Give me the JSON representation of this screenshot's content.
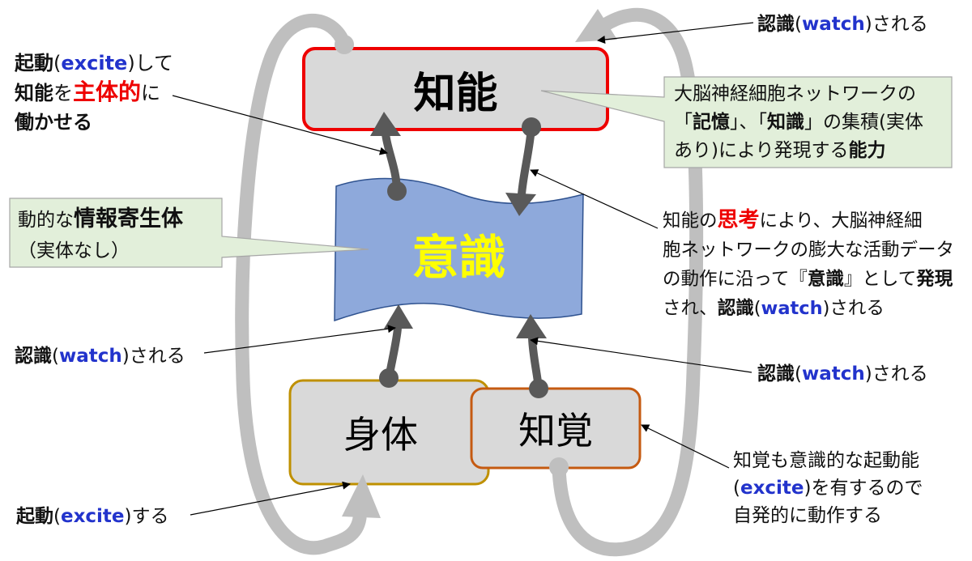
{
  "nodes": {
    "intelligence": {
      "label": "知能",
      "border_color": "#ee0000",
      "fill": "#d9d9d9"
    },
    "consciousness": {
      "label": "意識",
      "text_color": "#ffff00",
      "fill": "#8ea9db"
    },
    "body": {
      "label": "身体",
      "border_color": "#bf9000",
      "fill": "#d9d9d9"
    },
    "perception": {
      "label": "知覚",
      "border_color": "#c55a11",
      "fill": "#d9d9d9"
    }
  },
  "callouts": {
    "intelligence_note": {
      "fill": "#e2efda",
      "lines": [
        [
          {
            "text": "大脳神経細胞ネットワークの"
          }
        ],
        [
          {
            "text": "「"
          },
          {
            "text": "記憶",
            "bold": true
          },
          {
            "text": "」、「"
          },
          {
            "text": "知識",
            "bold": true
          },
          {
            "text": "」の集積(実体"
          }
        ],
        [
          {
            "text": "あり)により発現する"
          },
          {
            "text": "能力",
            "bold": true
          }
        ]
      ]
    },
    "consciousness_note": {
      "fill": "#e2efda",
      "lines": [
        [
          {
            "text": "動的な"
          },
          {
            "text": "情報寄生体",
            "bold": true
          }
        ],
        [
          {
            "text": "（実体なし）"
          }
        ]
      ]
    }
  },
  "annotations": {
    "top_right": {
      "lines": [
        [
          {
            "text": "認識",
            "bold": true
          },
          {
            "text": "("
          },
          {
            "text": "watch",
            "bold": true,
            "color": "#2233cc"
          },
          {
            "text": ")される"
          }
        ]
      ]
    },
    "left_top": {
      "lines": [
        [
          {
            "text": "起動",
            "bold": true
          },
          {
            "text": "("
          },
          {
            "text": "excite",
            "bold": true,
            "color": "#2233cc"
          },
          {
            "text": ")して"
          }
        ],
        [
          {
            "text": "知能",
            "bold": true
          },
          {
            "text": "を"
          },
          {
            "text": "主体的",
            "bold": true,
            "color": "#ee0000"
          },
          {
            "text": "に"
          }
        ],
        [
          {
            "text": "働かせる",
            "bold": true
          }
        ]
      ]
    },
    "right_middle": {
      "lines": [
        [
          {
            "text": "知能の"
          },
          {
            "text": "思考",
            "bold": true,
            "color": "#ee0000"
          },
          {
            "text": "により、大脳神経細"
          }
        ],
        [
          {
            "text": "胞ネットワークの膨大な活動データ"
          }
        ],
        [
          {
            "text": "の動作に沿って『"
          },
          {
            "text": "意識",
            "bold": true
          },
          {
            "text": "』として"
          },
          {
            "text": "発現",
            "bold": true
          }
        ],
        [
          {
            "text": "され、"
          },
          {
            "text": "認識",
            "bold": true
          },
          {
            "text": "("
          },
          {
            "text": "watch",
            "bold": true,
            "color": "#2233cc"
          },
          {
            "text": ")される"
          }
        ]
      ]
    },
    "left_middle": {
      "lines": [
        [
          {
            "text": "認識",
            "bold": true
          },
          {
            "text": "("
          },
          {
            "text": "watch",
            "bold": true,
            "color": "#2233cc"
          },
          {
            "text": ")される"
          }
        ]
      ]
    },
    "right_lower": {
      "lines": [
        [
          {
            "text": "認識",
            "bold": true
          },
          {
            "text": "("
          },
          {
            "text": "watch",
            "bold": true,
            "color": "#2233cc"
          },
          {
            "text": ")される"
          }
        ]
      ]
    },
    "right_bottom": {
      "lines": [
        [
          {
            "text": "知覚も意識的な起動能"
          }
        ],
        [
          {
            "text": "("
          },
          {
            "text": "excite",
            "bold": true,
            "color": "#2233cc"
          },
          {
            "text": ")を有するので"
          }
        ],
        [
          {
            "text": "自発的に動作する"
          }
        ]
      ]
    },
    "bottom_left": {
      "lines": [
        [
          {
            "text": "起動",
            "bold": true
          },
          {
            "text": "("
          },
          {
            "text": "excite",
            "bold": true,
            "color": "#2233cc"
          },
          {
            "text": ")する"
          }
        ]
      ]
    }
  }
}
